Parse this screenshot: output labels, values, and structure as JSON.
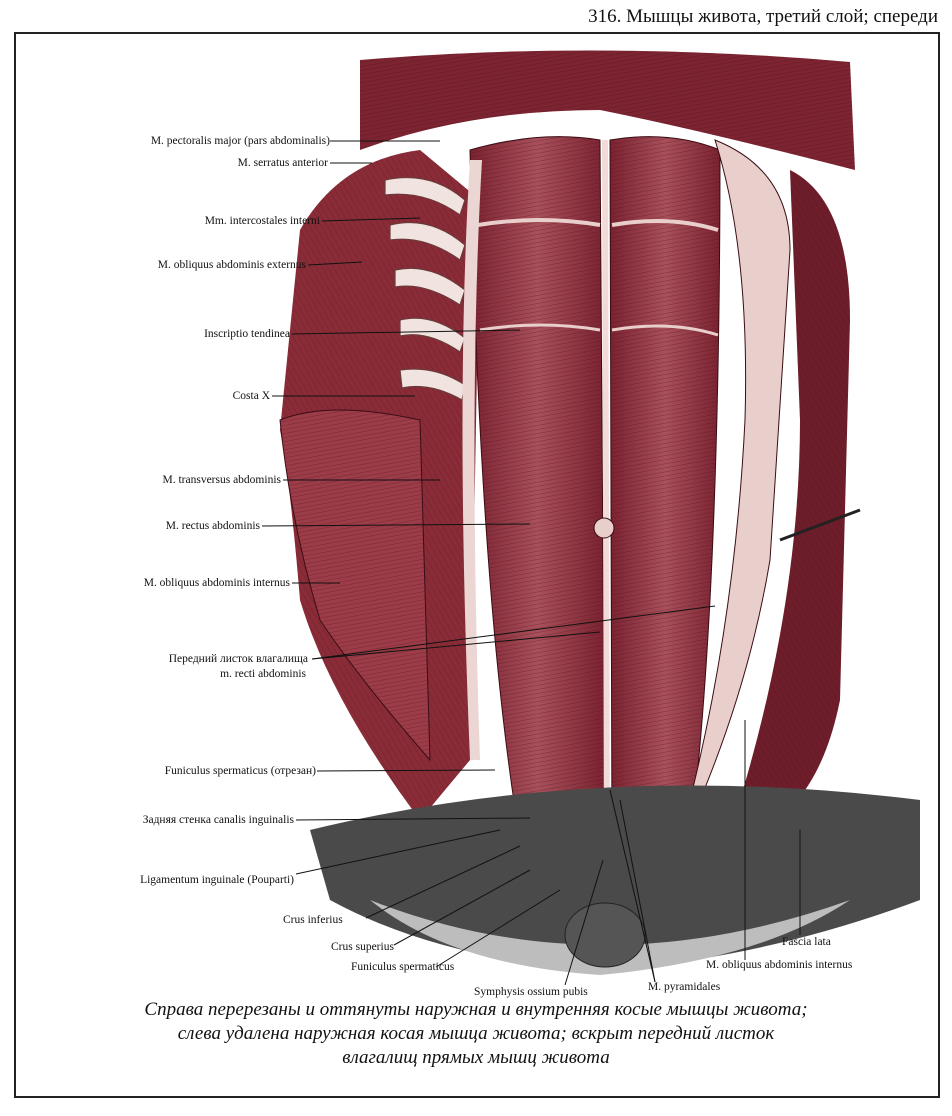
{
  "header": {
    "title": "316. Мышцы живота, третий слой; спереди"
  },
  "labels_left": [
    "M. pectoralis major (pars abdominalis)",
    "M. serratus anterior",
    "Mm. intercostales interni",
    "M. obliquus abdominis externus",
    "Inscriptio tendinea",
    "Costa X",
    "M. transversus abdominis",
    "M. rectus abdominis",
    "M. obliquus abdominis internus",
    "Передний листок влагалища",
    "m. recti abdominis",
    "Funiculus spermaticus (отрезан)",
    "Задняя стенка canalis inguinalis",
    "Ligamentum inguinale (Pouparti)"
  ],
  "labels_bottom": [
    "Crus inferius",
    "Crus superius",
    "Funiculus spermaticus",
    "Symphysis ossium pubis",
    "M. pyramidales",
    "Fascia lata",
    "M. obliquus abdominis internus"
  ],
  "caption": [
    "Справа перерезаны и оттянуты наружная и внутренняя косые мышцы живота;",
    "слева удалена наружная косая мышца живота; вскрыт передний листок",
    "влагалищ прямых мышц живота"
  ],
  "colors": {
    "muscle": "#8e2f3c",
    "muscle_dark": "#5e1822",
    "muscle_light": "#c98a90",
    "fascia": "#e6c6c4",
    "bone": "#f3e6e2",
    "shadow": "#3a3a3a"
  }
}
